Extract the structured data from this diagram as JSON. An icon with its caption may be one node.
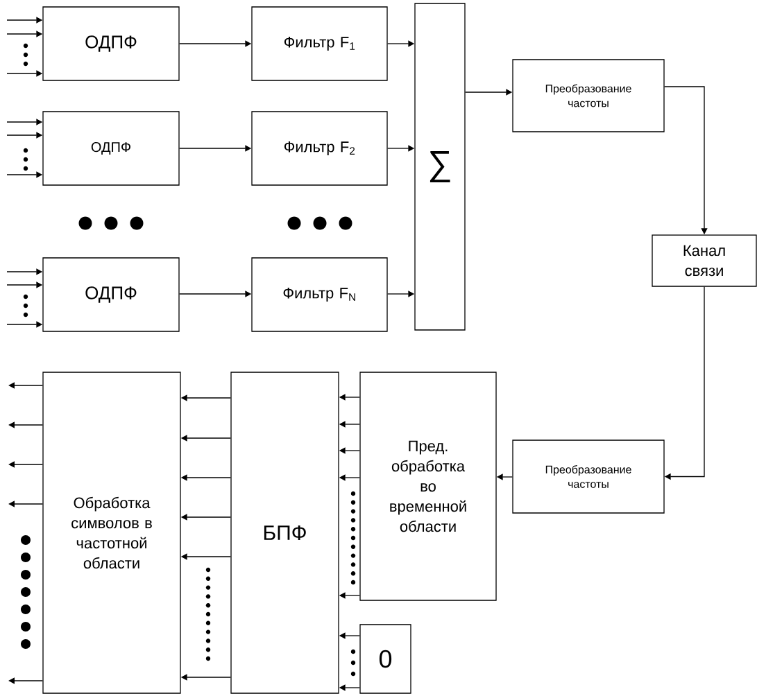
{
  "diagram": {
    "nodes": [
      {
        "text": [
          "ОДПФ"
        ]
      },
      {
        "text": [
          "Фильтр F$_{1}$"
        ]
      },
      {
        "text": [
          "ОДПФ"
        ]
      },
      {
        "text": [
          "Фильтр F$_{2}$"
        ]
      },
      {
        "text": [
          "ОДПФ"
        ]
      },
      {
        "text": [
          "Фильтр F$_{N}$"
        ]
      },
      {
        "text": [
          "∑"
        ]
      },
      {
        "text": [
          "Преобразование частоты"
        ]
      },
      {
        "text": [
          "Канал связи"
        ]
      },
      {
        "text": [
          "Преобразование частоты"
        ]
      },
      {
        "text": [
          "Пред. обработка во временной области"
        ]
      },
      {
        "text": [
          "0"
        ]
      },
      {
        "text": [
          "БПФ"
        ]
      },
      {
        "text": [
          "Обработка символов в частотной области"
        ]
      }
    ],
    "edges": [
      {
        "from": null,
        "to": 0,
        "arrow": "to"
      },
      {
        "from": null,
        "to": 0,
        "arrow": "to"
      },
      {
        "from": null,
        "to": 0,
        "arrow": "to"
      },
      {
        "from": null,
        "to": 2,
        "arrow": "to"
      },
      {
        "from": null,
        "to": 2,
        "arrow": "to"
      },
      {
        "from": null,
        "to": 2,
        "arrow": "to"
      },
      {
        "from": null,
        "to": 4,
        "arrow": "to"
      },
      {
        "from": null,
        "to": 4,
        "arrow": "to"
      },
      {
        "from": null,
        "to": 4,
        "arrow": "to"
      },
      {
        "from": 0,
        "to": 1,
        "arrow": "to"
      },
      {
        "from": 2,
        "to": 3,
        "arrow": "to"
      },
      {
        "from": 4,
        "to": 5,
        "arrow": "to"
      },
      {
        "from": 1,
        "to": 6,
        "arrow": "to"
      },
      {
        "from": 3,
        "to": 6,
        "arrow": "to"
      },
      {
        "from": 5,
        "to": 6,
        "arrow": "to"
      },
      {
        "from": 6,
        "to": 7,
        "arrow": "to"
      },
      {
        "from": 7,
        "to": 8,
        "arrow": "to"
      },
      {
        "from": 8,
        "to": 9,
        "arrow": "to"
      },
      {
        "from": 9,
        "to": 10,
        "arrow": "to"
      },
      {
        "from": 10,
        "to": 12,
        "arrow": "to"
      },
      {
        "from": 10,
        "to": 12,
        "arrow": "to"
      },
      {
        "from": 10,
        "to": 12,
        "arrow": "to"
      },
      {
        "from": 10,
        "to": 12,
        "arrow": "to"
      },
      {
        "from": 10,
        "to": 12,
        "arrow": "to"
      },
      {
        "from": 11,
        "to": 12,
        "arrow": "to"
      },
      {
        "from": 11,
        "to": 12,
        "arrow": "to"
      },
      {
        "from": 12,
        "to": 13,
        "arrow": "to"
      },
      {
        "from": 12,
        "to": 13,
        "arrow": "to"
      },
      {
        "from": 12,
        "to": 13,
        "arrow": "to"
      },
      {
        "from": 12,
        "to": 13,
        "arrow": "to"
      },
      {
        "from": 12,
        "to": 13,
        "arrow": "to"
      },
      {
        "from": 12,
        "to": 13,
        "arrow": "to"
      },
      {
        "from": 13,
        "to": null,
        "arrow": "to"
      },
      {
        "from": 13,
        "to": null,
        "arrow": "to"
      },
      {
        "from": 13,
        "to": null,
        "arrow": "to"
      },
      {
        "from": 13,
        "to": null,
        "arrow": "to"
      },
      {
        "from": 13,
        "to": null,
        "arrow": "to"
      }
    ]
  }
}
